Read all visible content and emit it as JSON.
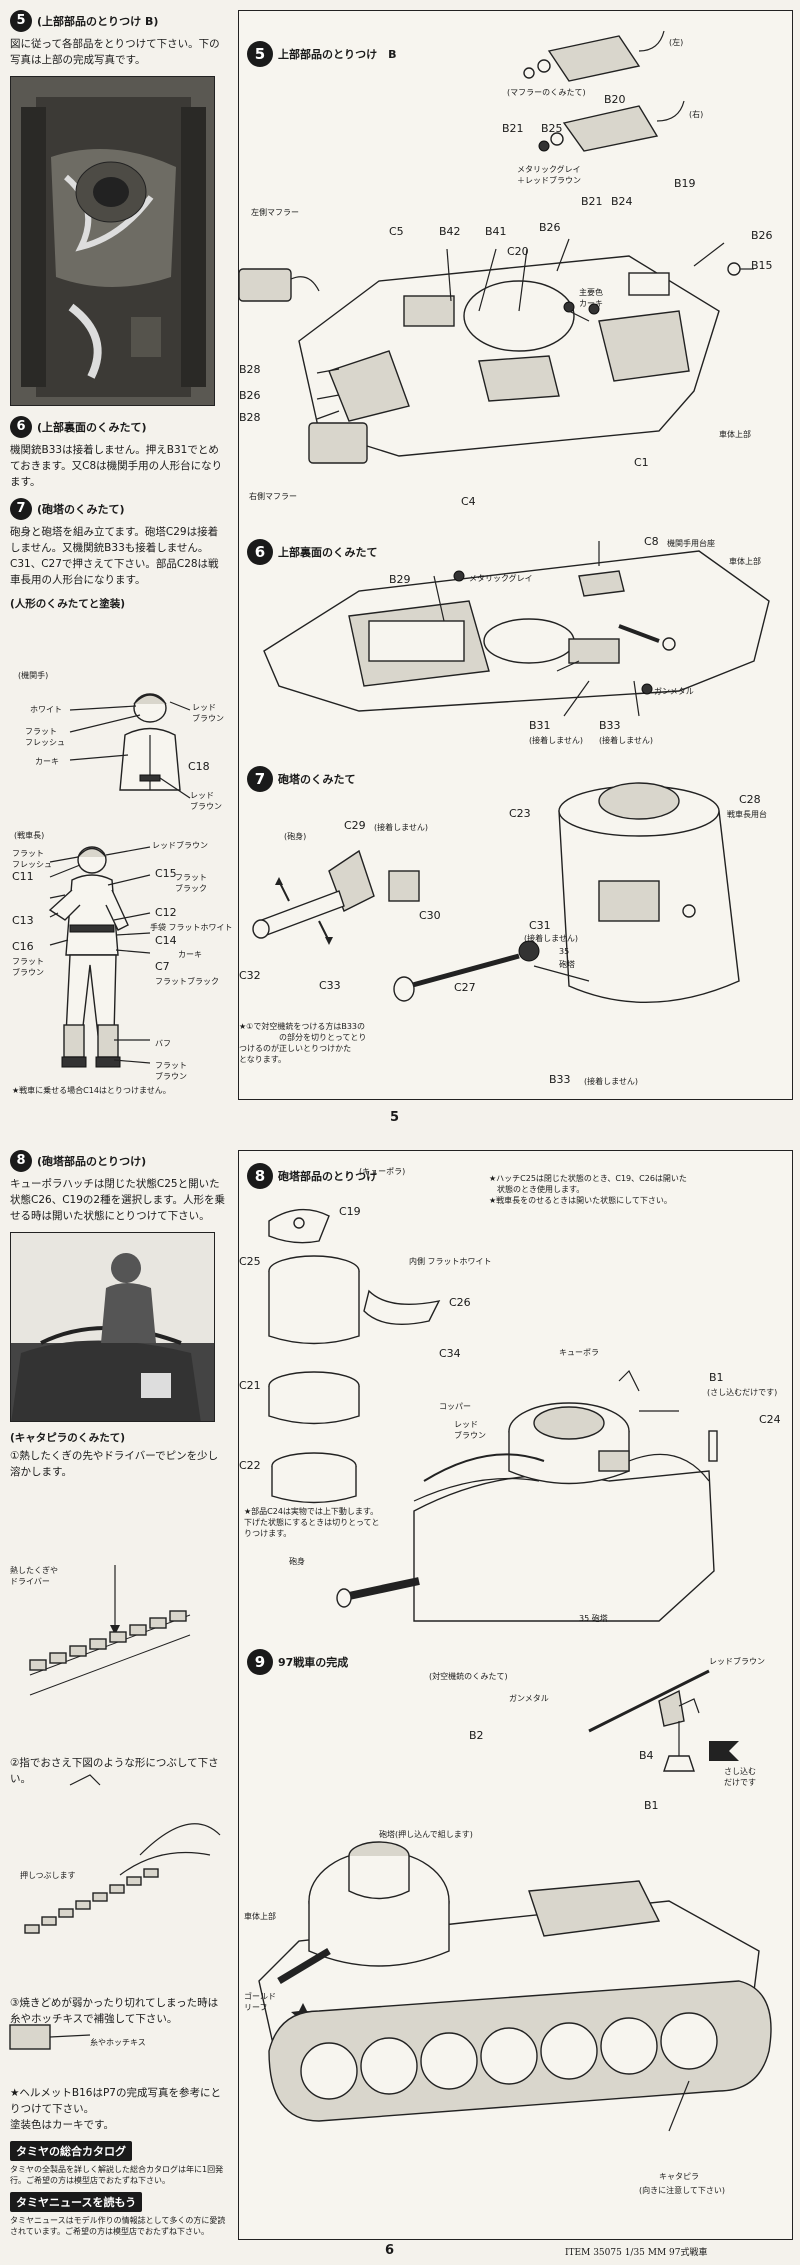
{
  "page5": {
    "left": {
      "step5": {
        "num": "5",
        "title": "(上部部品のとりつけ B)",
        "text": "図に従って各部品をとりつけて下さい。下の写真は上部の完成写真です。"
      },
      "step6": {
        "num": "6",
        "title": "(上部裏面のくみたて)",
        "text": "機関銃B33は接着しません。押えB31でとめておきます。又C8は機関手用の人形台になります。"
      },
      "step7": {
        "num": "7",
        "title": "(砲塔のくみたて)",
        "text": "砲身と砲塔を組み立てます。砲塔C29は接着しません。又機関銃B33も接着しません。C31、C27で押さえて下さい。部品C28は戦車長用の人形台になります。"
      },
      "figure_title": "(人形のくみたてと塗装)",
      "driver": {
        "title": "(機関手)",
        "labels": {
          "white": "ホワイト",
          "flat_flesh": "フラット\nフレッシュ",
          "khaki": "カーキ",
          "red_brown_top": "レッド\nブラウン",
          "red_brown_bottom": "レッド\nブラウン",
          "c18": "C18"
        }
      },
      "commander": {
        "title": "(戦車長)",
        "labels": {
          "red_brown": "レッドブラウン",
          "flat_flesh": "フラット\nフレッシュ",
          "c11": "C11",
          "c15": "C15",
          "flat_black": "フラット\nブラック",
          "c12": "C12",
          "c13": "C13",
          "flat_white": "手袋 フラットホワイト",
          "c14": "C14",
          "khaki": "カーキ",
          "c16": "C16",
          "flat_brown": "フラット\nブラウン",
          "c7": "C7",
          "flat_black2": "フラットブラック",
          "buff": "バフ",
          "flat_brown2": "フラット\nブラウン"
        }
      },
      "note": "★戦車に乗せる場合C14はとりつけません。"
    },
    "right": {
      "step5": {
        "num": "5",
        "title": "上部部品のとりつけ　B",
        "labels": {
          "muffler": "(マフラーのくみたて)",
          "left_side": "(左)",
          "right_side": "(右)",
          "b20": "B20",
          "b21a": "B21",
          "b25": "B25",
          "metallic": "メタリックグレイ\n＋レッドブラウン",
          "b21b": "B21",
          "b24": "B24",
          "b19": "B19",
          "left_muffler": "左側マフラー",
          "c5": "C5",
          "b42": "B42",
          "b41": "B41",
          "b26a": "B26",
          "c20": "C20",
          "b26b": "B26",
          "b15": "B15",
          "khaki": "主要色\nカーキ",
          "b28a": "B28",
          "b26c": "B26",
          "b28b": "B28",
          "hull_top": "車体上部",
          "c1": "C1",
          "right_muffler": "右側マフラー",
          "c4": "C4"
        }
      },
      "step6": {
        "num": "6",
        "title": "上部裏面のくみたて",
        "labels": {
          "c8": "C8",
          "c8_note": "機関手用台座",
          "hull_top": "車体上部",
          "b29": "B29",
          "metallic": "メタリックグレイ",
          "gunmetal": "ガンメタル",
          "b31": "B31",
          "b31_note": "(接着しません)",
          "b33": "B33",
          "b33_note": "(接着しません)"
        }
      },
      "step7": {
        "num": "7",
        "title": "砲塔のくみたて",
        "labels": {
          "barrel": "(砲身)",
          "c29": "C29",
          "c29_note": "(接着しません)",
          "c23": "C23",
          "c28": "C28",
          "c28_note": "戦車長用台",
          "c30": "C30",
          "c31": "C31",
          "c31_note": "(接着しません)",
          "part35": "35",
          "turret": "砲塔",
          "c32": "C32",
          "c33": "C33",
          "c27": "C27",
          "b33": "B33",
          "b33_note": "(接着しません)",
          "note": "★①で対空機銃をつける方はB33の\n　　　　　の部分を切りとってとり\nつけるのが正しいとりつけかた\nとなります。"
        }
      }
    },
    "page_number": "5"
  },
  "page6": {
    "left": {
      "step8": {
        "num": "8",
        "title": "(砲塔部品のとりつけ)",
        "text": "キューポラハッチは閉じた状態C25と開いた状態C26、C19の2種を選択します。人形を乗せる時は開いた状態にとりつけて下さい。"
      },
      "tracks_title": "(キャタピラのくみたて)",
      "tracks_1": "①熱したくぎの先やドライバーでピンを少し溶かします。",
      "tracks_label_1": "熱したくぎや\nドライバー",
      "tracks_2": "②指でおさえ下図のような形につぶして下さい。",
      "tracks_label_2": "押しつぶします",
      "tracks_3": "③焼きどめが弱かったり切れてしまった時は糸やホッチキスで補強して下さい。",
      "tracks_label_3": "糸やホッチキス",
      "note": "★ヘルメットB16はP7の完成写真を参考にとりつけて下さい。\n塗装色はカーキです。",
      "banner1": "タミヤの総合カタログ",
      "banner1_text": "タミヤの全製品を詳しく解説した総合カタログは年に1回発行。ご希望の方は模型店でおたずね下さい。",
      "banner2": "タミヤニュースを読もう",
      "banner2_text": "タミヤニュースはモデル作りの情報誌として多くの方に愛読されています。ご希望の方は模型店でおたずね下さい。"
    },
    "right": {
      "step8": {
        "num": "8",
        "title": "砲塔部品のとりつけ",
        "labels": {
          "cupola": "(キューポラ)",
          "note": "★ハッチC25は閉じた状態のとき、C19、C26は開いた\n　状態のとき使用します。\n★戦車長をのせるときは開いた状態にして下さい。",
          "c19": "C19",
          "inner": "内側 フラットホワイト",
          "c25": "C25",
          "c26": "C26",
          "c21": "C21",
          "c22": "C22",
          "c34": "C34",
          "cupola2": "キューポラ",
          "b1": "B1",
          "b1_note": "(さし込むだけです)",
          "c24": "C24",
          "copper": "コッパー",
          "red_brown": "レッド\nブラウン",
          "c24_note": "★部品C24は実物では上下動します。\n下げた状態にするときは切りとってと\nりつけます。",
          "barrel": "砲身",
          "turret35": "35 砲塔"
        }
      },
      "step9": {
        "num": "9",
        "title": "97戦車の完成",
        "labels": {
          "aa_gun": "(対空機銃のくみたて)",
          "red_brown": "レッドブラウン",
          "gunmetal": "ガンメタル",
          "b2": "B2",
          "b4": "B4",
          "insert": "さし込む\nだけです",
          "b1": "B1",
          "turret": "砲塔(押し込んで組します)",
          "hull_top": "車体上部",
          "gold_leaf": "ゴールド\nリーフ",
          "tracks": "キャタピラ",
          "tracks_note": "(向きに注意して下さい)"
        }
      }
    },
    "page_number": "6",
    "footer": "ITEM  35075  1/35  MM 97式戦車"
  }
}
